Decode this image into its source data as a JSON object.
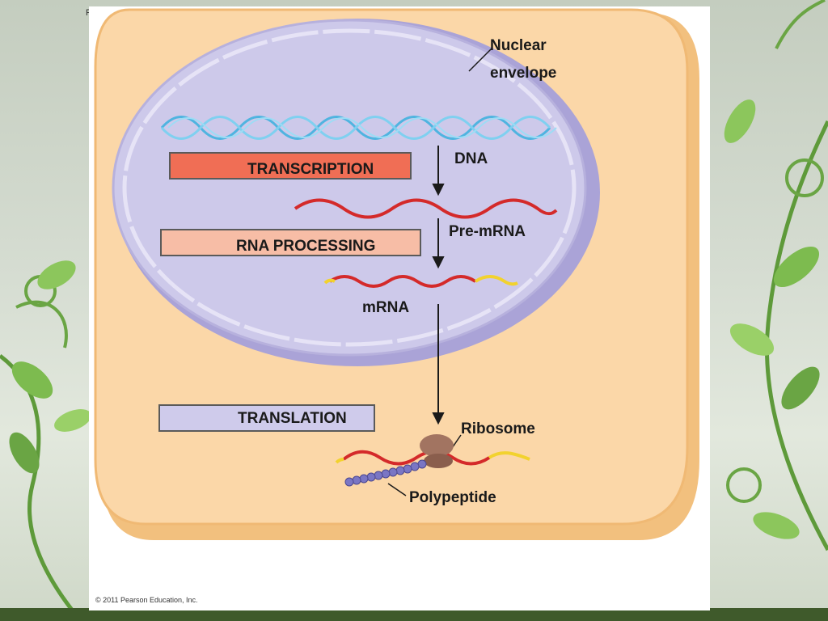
{
  "labels": {
    "nuclear_envelope_line1": "Nuclear",
    "nuclear_envelope_line2": "envelope",
    "dna": "DNA",
    "pre_mrna": "Pre-mRNA",
    "mrna": "mRNA",
    "ribosome": "Ribosome",
    "polypeptide": "Polypeptide"
  },
  "steps": {
    "transcription": "TRANSCRIPTION",
    "rna_processing": "RNA PROCESSING",
    "translation": "TRANSLATION"
  },
  "copyright": "© 2011 Pearson Education, Inc.",
  "corner_glyph": "F",
  "colors": {
    "cell": "#f9d5a8",
    "cell_border": "#eeb266",
    "nucleus": "#cfcbeb",
    "nucleus_border": "#a9a2d6",
    "dna": "#5fc0e8",
    "rna": "#d42a2a",
    "cap": "#f2d22e",
    "transcription_box": "#f06e55",
    "rna_processing_box": "#f7bda6",
    "translation_box": "#cfcbeb",
    "ribosome": "#a27461",
    "polypeptide": "#7a76c4"
  }
}
